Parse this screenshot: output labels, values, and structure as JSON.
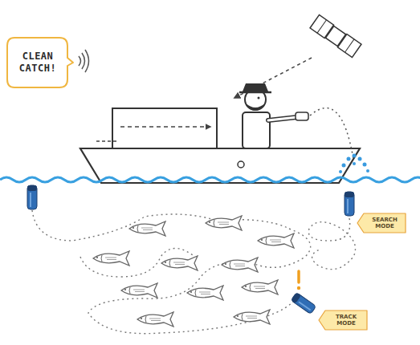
{
  "diagram": {
    "nodes": [
      {
        "text": [
          "CLEAN CATCH!"
        ]
      },
      {
        "text": [
          "SEARCH MODE"
        ]
      },
      {
        "text": [
          "TRACK MODE"
        ]
      }
    ]
  }
}
